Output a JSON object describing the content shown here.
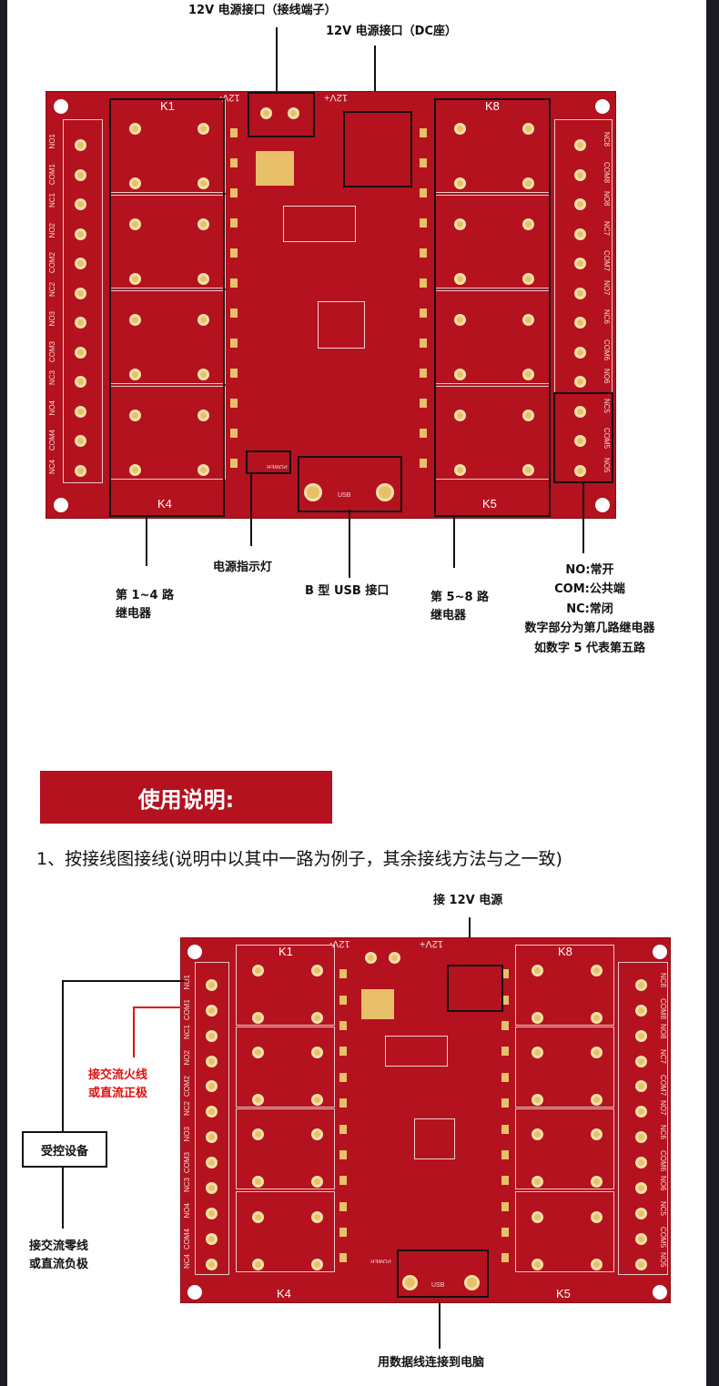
{
  "top_diagram": {
    "label_terminal_power": "12V 电源接口（接线端子）",
    "label_dc_power": "12V 电源接口（DC座）",
    "label_relays_1_4": [
      "第 1~4 路",
      "继电器"
    ],
    "label_power_led": "电源指示灯",
    "label_usb": "B 型 USB 接口",
    "label_relays_5_8": [
      "第 5~8 路",
      "继电器"
    ],
    "label_legend": [
      "NO:常开",
      "COM:公共端",
      "NC:常闭",
      "数字部分为第几路继电器",
      "如数字 5 代表第五路"
    ]
  },
  "board": {
    "relay_left": [
      "K1",
      "K4"
    ],
    "relay_right": [
      "K8",
      "K5"
    ],
    "power_minus": "12V-",
    "power_plus": "12V+",
    "usb": "USB",
    "power_led": "POWER",
    "left_terminals": [
      "NO1",
      "COM1",
      "NC1",
      "NO2",
      "COM2",
      "NC2",
      "NO3",
      "COM3",
      "NC3",
      "NO4",
      "COM4",
      "NC4"
    ],
    "right_terminals": [
      "NC8",
      "COM8",
      "NO8",
      "NC7",
      "COM7",
      "NO7",
      "NC6",
      "COM6",
      "NO6",
      "NC5",
      "COM5",
      "NO5"
    ]
  },
  "section": {
    "title": "使用说明:",
    "step1": "1、按接线图接线(说明中以其中一路为例子，其余接线方法与之一致)"
  },
  "bottom_diagram": {
    "label_12v": "接 12V 电源",
    "label_live": [
      "接交流火线",
      "或直流正极"
    ],
    "label_device": "受控设备",
    "label_neutral": [
      "接交流零线",
      "或直流负极"
    ],
    "label_usb_pc": "用数据线连接到电脑"
  },
  "colors": {
    "pcb": "#b3121e",
    "accent_red": "#e01010"
  }
}
